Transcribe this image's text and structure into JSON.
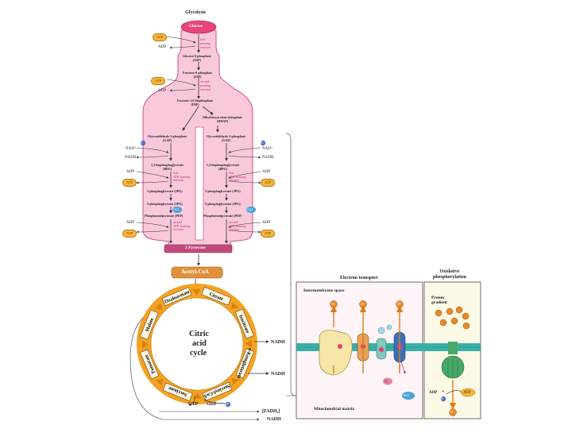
{
  "glycolysis": {
    "title": "Glycolysis",
    "glucose": "Glucose",
    "first_priming": "first\npriming\nreaction",
    "g6p": "Glucose-6-phosphate\n(G6P)",
    "f6p": "Fructose-6-phosphate\n(F6P)",
    "second_priming": "second\npriming\nreaction",
    "fbp": "Fructose-1,6-bisphosphate\n(FBP)",
    "dhap": "Dihydroxyacetone-phosphate\n(DHAP)",
    "gap_left": "Glyceraldehyde-3-phosphate\n(GAP)",
    "gap_right": "Glyceraldehyde-3-phosphate\n(GAP)",
    "bpg_left": "1,3-bisphosphoglycerate\n(BPG)",
    "bpg_right": "1,3-bisphosphoglycerate\n(BPG)",
    "first_atp_forming": "first\nATP-forming\nreaction",
    "pg3_left": "3-phosphoglycerate (3PG)",
    "pg3_right": "3-phosphoglycerate (3PG)",
    "pg2_left": "2-phosphoglycerate (2PG)",
    "pg2_right": "2-phosphoglycerate (2PG)",
    "pep_left": "Phosphoenolpyruvate (PEP)",
    "pep_right": "Phosphoenolpyruvate (PEP)",
    "second_atp_forming": "second\nATP-forming\nreaction",
    "pyruvate": "2 Pyruvate",
    "atp": "ATP",
    "adp": "ADP",
    "nad": "NAD⁺",
    "nadh": "NADH",
    "pi": "Pi",
    "h2o": "H₂O"
  },
  "acetyl_coa": "Acetyl-CoA",
  "citric_cycle": {
    "center": [
      "Citric",
      "acid",
      "cycle"
    ],
    "intermediates": [
      "Citrate",
      "Isocitrate",
      "α-Ketoglutarate",
      "Succinyl-CoA",
      "Succinate",
      "Fumarate",
      "Malate",
      "Oxaloacetate"
    ],
    "nadh_1": "NADH",
    "nadh_2": "NADH",
    "gtp": "GTP",
    "gdp": "GDP",
    "pi": "Pi",
    "fadh2": "[FADH₂]",
    "nadh_3": "NADH"
  },
  "etc": {
    "section_title": "Electron transport",
    "ox_title": "Oxidative\nphosphorylation",
    "intermembrane": "Intermembrane space",
    "matrix": "Mitochondrial matrix",
    "proton_gradient": "Proton\ngradient",
    "h_plus": "H⁺",
    "o2": "O₂",
    "h2o": "H₂O",
    "adp": "ADP",
    "plus": "+",
    "pi": "Pi",
    "atp": "ATP"
  },
  "colors": {
    "glycolysis_fill": "#f9c8dc",
    "glucose": "#e8457a",
    "pyruvate_bar": "#c24a7c",
    "acetyl": "#e0913a",
    "cycle_orange": "#f4a223",
    "membrane": "#3bb0a8",
    "proton": "#e07a1a"
  }
}
